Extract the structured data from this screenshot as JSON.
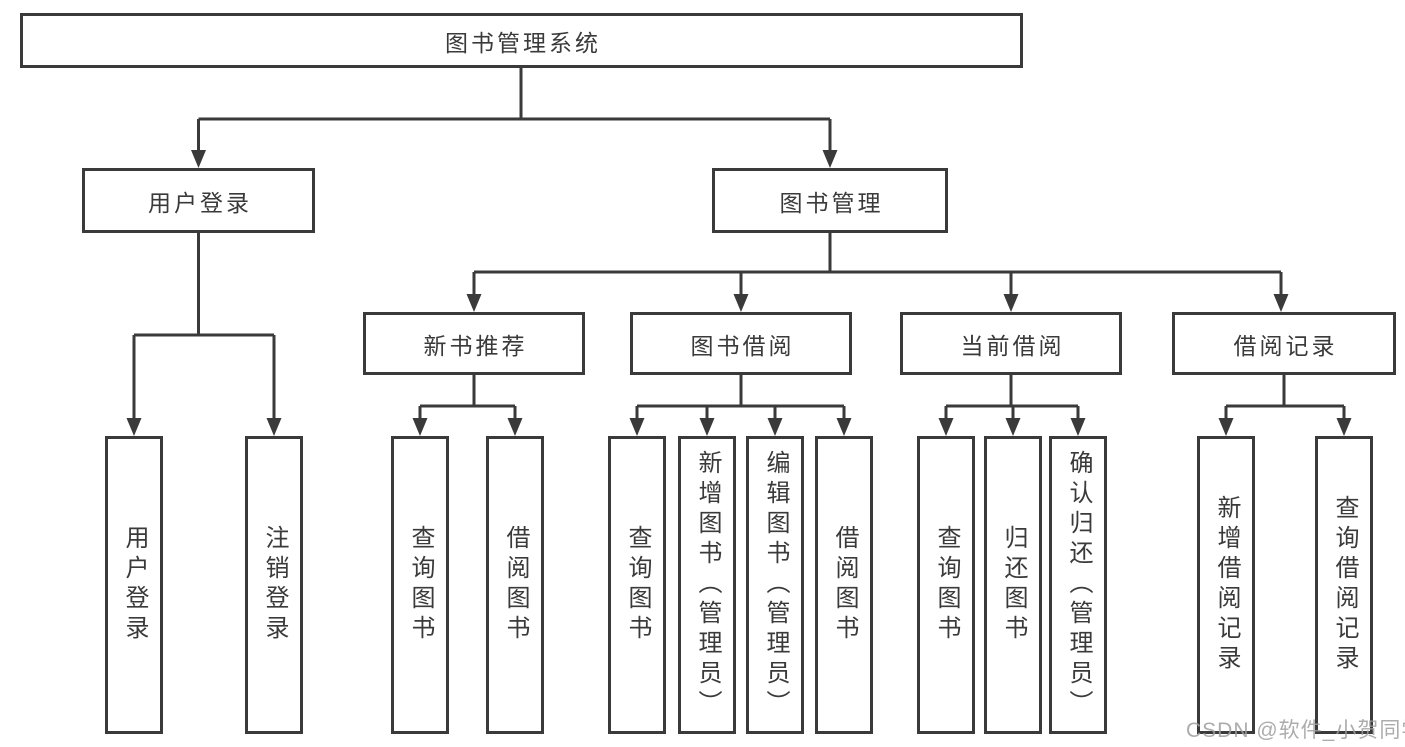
{
  "tree": {
    "root": "图书管理系统",
    "branches": [
      {
        "label": "用户登录",
        "children": [
          {
            "label": "用户登录"
          },
          {
            "label": "注销登录"
          }
        ]
      },
      {
        "label": "图书管理",
        "children": [
          {
            "label": "新书推荐",
            "children": [
              {
                "label": "查询图书"
              },
              {
                "label": "借阅图书"
              }
            ]
          },
          {
            "label": "图书借阅",
            "children": [
              {
                "label": "查询图书"
              },
              {
                "label": "新增图书（管理员）"
              },
              {
                "label": "编辑图书（管理员）"
              },
              {
                "label": "借阅图书"
              }
            ]
          },
          {
            "label": "当前借阅",
            "children": [
              {
                "label": "查询图书"
              },
              {
                "label": "归还图书"
              },
              {
                "label": "确认归还（管理员）"
              }
            ]
          },
          {
            "label": "借阅记录",
            "children": [
              {
                "label": "新增借阅记录"
              },
              {
                "label": "查询借阅记录"
              }
            ]
          }
        ]
      }
    ]
  },
  "watermark": {
    "text": "CSDN @软件_小贺同学"
  },
  "colors": {
    "line": "#3a3a3a",
    "text": "#3a3a3a",
    "background": "#ffffff",
    "watermark": "#9e9e9e"
  }
}
